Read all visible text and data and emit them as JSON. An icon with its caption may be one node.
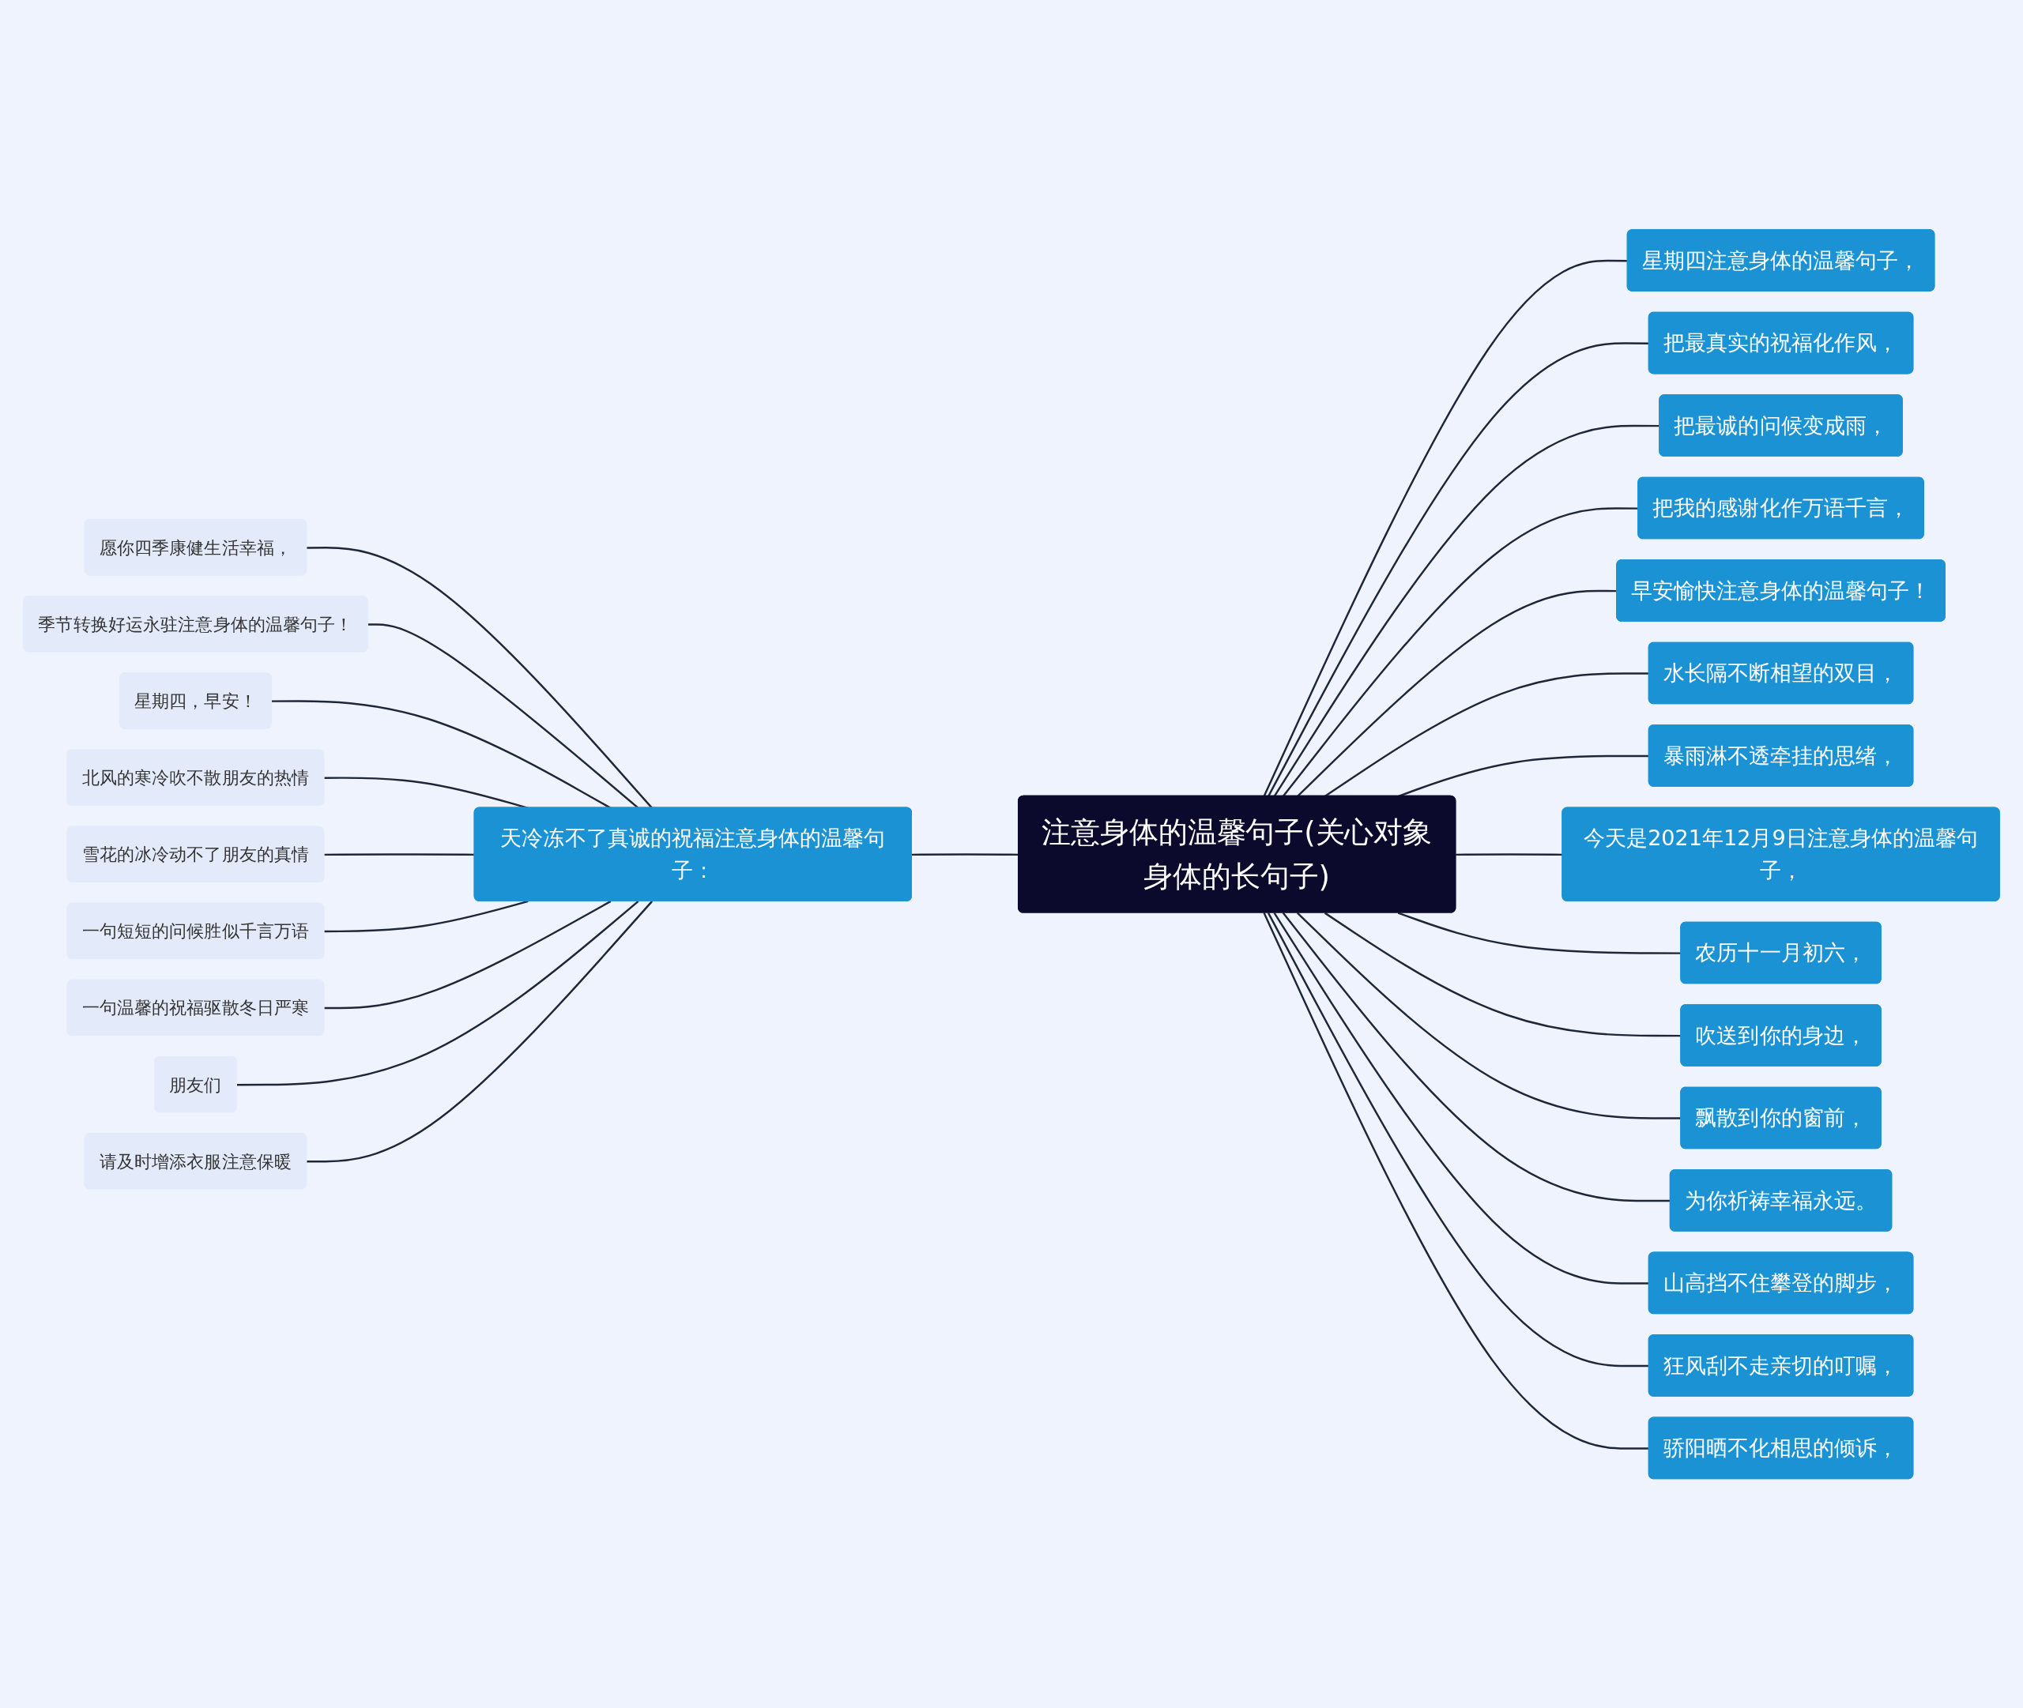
{
  "diagram": {
    "nodes": [
      {
        "text": [
          "注意身体的温馨句子(关心对象身体的长句子)"
        ]
      },
      {
        "text": [
          "星期四注意身体的温馨句子，"
        ]
      },
      {
        "text": [
          "把最真实的祝福化作风，"
        ]
      },
      {
        "text": [
          "把最诚的问候变成雨，"
        ]
      },
      {
        "text": [
          "把我的感谢化作万语千言，"
        ]
      },
      {
        "text": [
          "早安愉快注意身体的温馨句子！"
        ]
      },
      {
        "text": [
          "水长隔不断相望的双目，"
        ]
      },
      {
        "text": [
          "暴雨淋不透牵挂的思绪，"
        ]
      },
      {
        "text": [
          "天冷冻不了真诚的祝福注意身体的温馨句子："
        ]
      },
      {
        "text": [
          "愿你四季康健生活幸福，"
        ]
      },
      {
        "text": [
          "季节转换好运永驻注意身体的温馨句子！"
        ]
      },
      {
        "text": [
          "星期四，早安！"
        ]
      },
      {
        "text": [
          "北风的寒冷吹不散朋友的热情"
        ]
      },
      {
        "text": [
          "雪花的冰冷动不了朋友的真情"
        ]
      },
      {
        "text": [
          "一句短短的问候胜似千言万语"
        ]
      },
      {
        "text": [
          "一句温馨的祝福驱散冬日严寒"
        ]
      },
      {
        "text": [
          "朋友们"
        ]
      },
      {
        "text": [
          "请及时增添衣服注意保暖"
        ]
      },
      {
        "text": [
          "今天是2021年12月9日注意身体的温馨句子，"
        ]
      },
      {
        "text": [
          "农历十一月初六，"
        ]
      },
      {
        "text": [
          "吹送到你的身边，"
        ]
      },
      {
        "text": [
          "飘散到你的窗前，"
        ]
      },
      {
        "text": [
          "为你祈祷幸福永远。"
        ]
      },
      {
        "text": [
          "山高挡不住攀登的脚步，"
        ]
      },
      {
        "text": [
          "狂风刮不走亲切的叮嘱，"
        ]
      },
      {
        "text": [
          "骄阳晒不化相思的倾诉，"
        ]
      }
    ],
    "edges": [
      {
        "from": 0,
        "to": 1,
        "arrow": "none"
      },
      {
        "from": 0,
        "to": 2,
        "arrow": "none"
      },
      {
        "from": 0,
        "to": 3,
        "arrow": "none"
      },
      {
        "from": 0,
        "to": 4,
        "arrow": "none"
      },
      {
        "from": 0,
        "to": 5,
        "arrow": "none"
      },
      {
        "from": 0,
        "to": 6,
        "arrow": "none"
      },
      {
        "from": 0,
        "to": 7,
        "arrow": "none"
      },
      {
        "from": 8,
        "to": 0,
        "arrow": "none"
      },
      {
        "from": 9,
        "to": 8,
        "arrow": "none"
      },
      {
        "from": 10,
        "to": 8,
        "arrow": "none"
      },
      {
        "from": 11,
        "to": 8,
        "arrow": "none"
      },
      {
        "from": 12,
        "to": 8,
        "arrow": "none"
      },
      {
        "from": 13,
        "to": 8,
        "arrow": "none"
      },
      {
        "from": 14,
        "to": 8,
        "arrow": "none"
      },
      {
        "from": 15,
        "to": 8,
        "arrow": "none"
      },
      {
        "from": 16,
        "to": 8,
        "arrow": "none"
      },
      {
        "from": 17,
        "to": 8,
        "arrow": "none"
      },
      {
        "from": 0,
        "to": 18,
        "arrow": "none"
      },
      {
        "from": 0,
        "to": 19,
        "arrow": "none"
      },
      {
        "from": 0,
        "to": 20,
        "arrow": "none"
      },
      {
        "from": 0,
        "to": 21,
        "arrow": "none"
      },
      {
        "from": 0,
        "to": 22,
        "arrow": "none"
      },
      {
        "from": 0,
        "to": 23,
        "arrow": "none"
      },
      {
        "from": 0,
        "to": 24,
        "arrow": "none"
      },
      {
        "from": 0,
        "to": 25,
        "arrow": "none"
      }
    ]
  }
}
